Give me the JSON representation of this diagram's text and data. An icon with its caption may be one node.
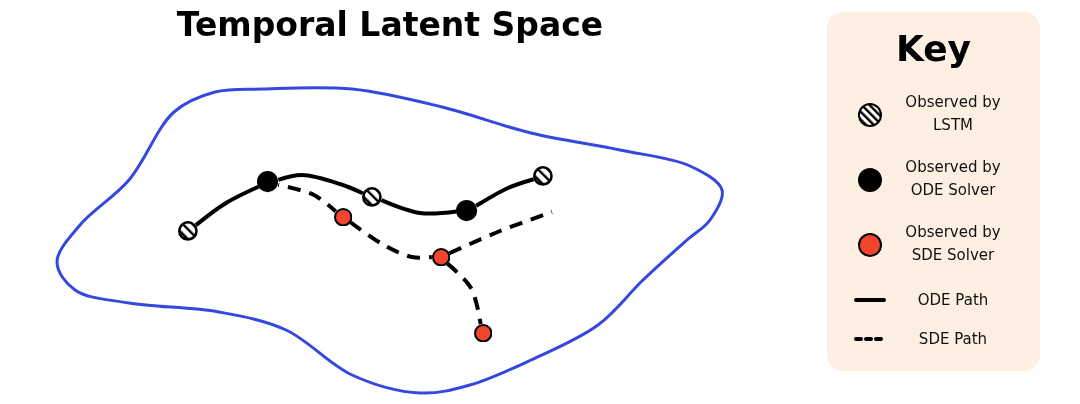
{
  "diagram": {
    "title": "Temporal Latent Space",
    "nodes": [
      {
        "text": [],
        "shape": "circle"
      },
      {
        "text": [],
        "shape": "circle"
      },
      {
        "text": [],
        "shape": "circle"
      },
      {
        "text": [],
        "shape": "circle"
      },
      {
        "text": [],
        "shape": "circle"
      },
      {
        "text": [],
        "shape": "circle"
      },
      {
        "text": [],
        "shape": "circle"
      },
      {
        "text": [],
        "shape": "circle"
      }
    ],
    "edges": [
      {
        "from": 0,
        "to": 1,
        "arrow": "none"
      },
      {
        "from": 1,
        "to": 3,
        "arrow": "none"
      },
      {
        "from": 3,
        "to": 5,
        "arrow": "none"
      },
      {
        "from": 5,
        "to": 7,
        "arrow": "none"
      },
      {
        "from": 1,
        "to": 2,
        "arrow": "none",
        "style": "dashed"
      },
      {
        "from": 2,
        "to": 4,
        "arrow": "none",
        "style": "dashed"
      },
      {
        "from": 4,
        "to": null,
        "arrow": "none",
        "style": "dashed"
      },
      {
        "from": 4,
        "to": 6,
        "arrow": "none",
        "style": "dashed"
      }
    ],
    "labels": [
      "Key"
    ],
    "legend": [
      {
        "text": "Observed by LSTM"
      },
      {
        "text": "Observed by ODE Solver",
        "color": "#000000"
      },
      {
        "text": "Observed by SDE Solver",
        "color": "#f2452e"
      },
      {
        "text": "ODE Path"
      },
      {
        "text": "SDE Path"
      }
    ]
  }
}
